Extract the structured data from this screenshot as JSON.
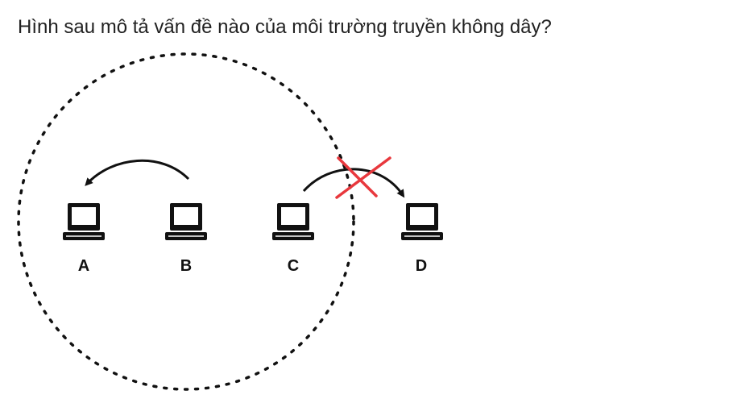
{
  "question": "Hình sau mô tả vấn đề nào của môi trường truyền không dây?",
  "nodes": [
    {
      "label": "A",
      "icon": "laptop-icon"
    },
    {
      "label": "B",
      "icon": "laptop-icon"
    },
    {
      "label": "C",
      "icon": "laptop-icon"
    },
    {
      "label": "D",
      "icon": "laptop-icon"
    }
  ],
  "colors": {
    "text": "#222222",
    "line": "#111111",
    "blocked_mark": "#e8383d"
  }
}
